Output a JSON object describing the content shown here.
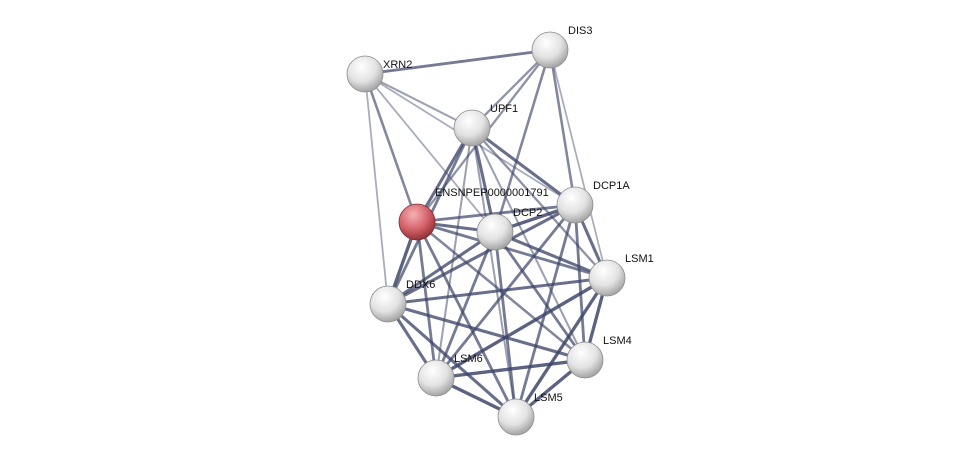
{
  "nodes": [
    {
      "id": "XRN2",
      "label": "XRN2",
      "query": false
    },
    {
      "id": "DIS3",
      "label": "DIS3",
      "query": false
    },
    {
      "id": "UPF1",
      "label": "UPF1",
      "query": false
    },
    {
      "id": "ENS",
      "label": "ENSNPEP0000001791",
      "query": true
    },
    {
      "id": "DCP2",
      "label": "DCP2",
      "query": false
    },
    {
      "id": "DCP1A",
      "label": "DCP1A",
      "query": false
    },
    {
      "id": "LSM1",
      "label": "LSM1",
      "query": false
    },
    {
      "id": "DDX6",
      "label": "DDX6",
      "query": false
    },
    {
      "id": "LSM4",
      "label": "LSM4",
      "query": false
    },
    {
      "id": "LSM6",
      "label": "LSM6",
      "query": false
    },
    {
      "id": "LSM5",
      "label": "LSM5",
      "query": false
    }
  ],
  "edges": [
    [
      "XRN2",
      "DIS3",
      0.7
    ],
    [
      "XRN2",
      "UPF1",
      0.4
    ],
    [
      "XRN2",
      "ENS",
      0.6
    ],
    [
      "XRN2",
      "DDX6",
      0.3
    ],
    [
      "XRN2",
      "DCP1A",
      0.3
    ],
    [
      "XRN2",
      "DCP2",
      0.3
    ],
    [
      "DIS3",
      "UPF1",
      0.5
    ],
    [
      "DIS3",
      "DCP2",
      0.6
    ],
    [
      "DIS3",
      "ENS",
      0.5
    ],
    [
      "DIS3",
      "DCP1A",
      0.6
    ],
    [
      "DIS3",
      "LSM1",
      0.3
    ],
    [
      "UPF1",
      "ENS",
      0.8
    ],
    [
      "UPF1",
      "DCP2",
      0.8
    ],
    [
      "UPF1",
      "DCP1A",
      0.8
    ],
    [
      "UPF1",
      "DDX6",
      0.7
    ],
    [
      "UPF1",
      "LSM1",
      0.5
    ],
    [
      "UPF1",
      "LSM6",
      0.4
    ],
    [
      "UPF1",
      "LSM4",
      0.4
    ],
    [
      "UPF1",
      "LSM5",
      0.4
    ],
    [
      "ENS",
      "DCP2",
      0.8
    ],
    [
      "ENS",
      "DCP1A",
      0.7
    ],
    [
      "ENS",
      "DDX6",
      0.9
    ],
    [
      "ENS",
      "LSM1",
      0.7
    ],
    [
      "ENS",
      "LSM6",
      0.7
    ],
    [
      "ENS",
      "LSM5",
      0.7
    ],
    [
      "ENS",
      "LSM4",
      0.6
    ],
    [
      "DCP2",
      "DCP1A",
      0.9
    ],
    [
      "DCP2",
      "DDX6",
      0.8
    ],
    [
      "DCP2",
      "LSM1",
      0.8
    ],
    [
      "DCP2",
      "LSM4",
      0.7
    ],
    [
      "DCP2",
      "LSM6",
      0.7
    ],
    [
      "DCP2",
      "LSM5",
      0.7
    ],
    [
      "DCP1A",
      "LSM1",
      0.8
    ],
    [
      "DCP1A",
      "DDX6",
      0.8
    ],
    [
      "DCP1A",
      "LSM4",
      0.7
    ],
    [
      "DCP1A",
      "LSM6",
      0.7
    ],
    [
      "DCP1A",
      "LSM5",
      0.7
    ],
    [
      "DDX6",
      "LSM1",
      0.8
    ],
    [
      "DDX6",
      "LSM4",
      0.8
    ],
    [
      "DDX6",
      "LSM6",
      0.8
    ],
    [
      "DDX6",
      "LSM5",
      0.8
    ],
    [
      "LSM1",
      "LSM4",
      0.9
    ],
    [
      "LSM1",
      "LSM6",
      0.9
    ],
    [
      "LSM1",
      "LSM5",
      0.9
    ],
    [
      "LSM4",
      "LSM6",
      0.9
    ],
    [
      "LSM4",
      "LSM5",
      0.9
    ],
    [
      "LSM6",
      "LSM5",
      0.9
    ]
  ],
  "colors": {
    "edge": "#3c4468",
    "node": "#e8e8e8",
    "query_node": "#d9545c"
  }
}
